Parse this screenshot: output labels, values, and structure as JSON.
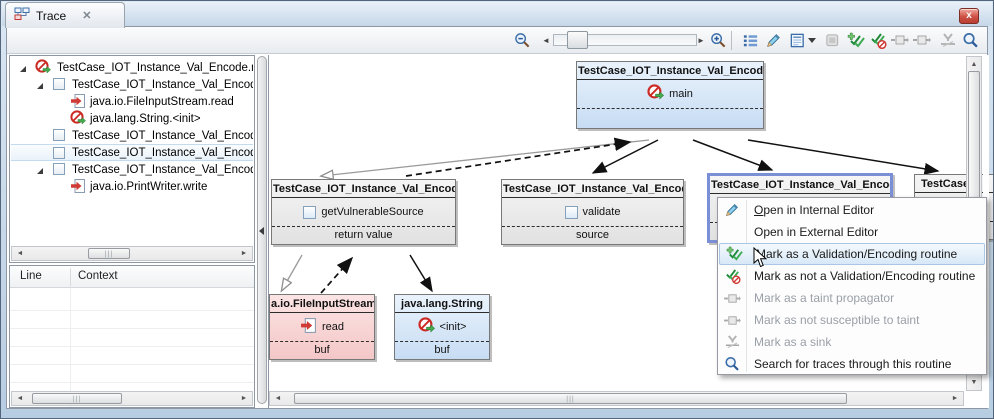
{
  "window": {
    "close_glyph": "x"
  },
  "view": {
    "tab_label": "Trace",
    "tab_close_glyph": "✕"
  },
  "toolbar": {
    "icons": [
      "zoom-out",
      "slider-left",
      "zoom-slider",
      "slider-right",
      "zoom-in",
      "show-list",
      "edit-pencil",
      "open-report",
      "report-dropdown",
      "disabled-box",
      "mark-validation",
      "mark-not-validation",
      "mark-propagator",
      "mark-not-susceptible",
      "mark-sink",
      "search-traces"
    ],
    "slider_left_glyph": "◄",
    "slider_right_glyph": "►"
  },
  "tree": {
    "items": [
      {
        "label": "TestCase_IOT_Instance_Val_Encode.m",
        "icon": "tainted-routine",
        "expanded": true
      },
      {
        "label": "TestCase_IOT_Instance_Val_Encod",
        "checkbox": true,
        "expanded": true
      },
      {
        "label": "java.io.FileInputStream.read",
        "icon": "call-arrow"
      },
      {
        "label": "java.lang.String.<init>",
        "icon": "tainted-routine"
      },
      {
        "label": "TestCase_IOT_Instance_Val_Encod",
        "checkbox": true
      },
      {
        "label": "TestCase_IOT_Instance_Val_Encod",
        "checkbox": true,
        "selected": true
      },
      {
        "label": "TestCase_IOT_Instance_Val_Encod",
        "checkbox": true,
        "expanded": true
      },
      {
        "label": "java.io.PrintWriter.write",
        "icon": "call-arrow"
      }
    ]
  },
  "context_table": {
    "columns": {
      "line": "Line",
      "context": "Context"
    }
  },
  "graph": {
    "nodes": {
      "main": {
        "title": "TestCase_IOT_Instance_Val_Encode",
        "method": "main",
        "port": "",
        "color": "blue"
      },
      "get_vulnerable_source": {
        "title": "TestCase_IOT_Instance_Val_Encode",
        "method": "getVulnerableSource",
        "port": "return value",
        "color": "gray"
      },
      "validate": {
        "title": "TestCase_IOT_Instance_Val_Encode",
        "method": "validate",
        "port": "source",
        "color": "gray"
      },
      "marked": {
        "title": "TestCase_IOT_Instance_Val_Encode",
        "color": "gray"
      },
      "partial": {
        "title": "TestCase_I",
        "color": "gray"
      },
      "file_input_stream": {
        "title": "a.io.FileInputStream",
        "method": "read",
        "port": "buf",
        "color": "pink"
      },
      "java_lang_string": {
        "title": "java.lang.String",
        "method": "<init>",
        "port": "buf",
        "color": "blue"
      }
    },
    "edges": [
      {
        "from": "main",
        "to": "get_vulnerable_source",
        "style": "gray-open"
      },
      {
        "from": "get_vulnerable_source",
        "to": "main",
        "style": "dashed"
      },
      {
        "from": "main",
        "to": "validate",
        "style": "solid"
      },
      {
        "from": "main",
        "to": "marked",
        "style": "solid"
      },
      {
        "from": "main",
        "to": "partial",
        "style": "solid"
      },
      {
        "from": "get_vulnerable_source",
        "to": "file_input_stream",
        "style": "gray-open"
      },
      {
        "from": "file_input_stream",
        "to": "get_vulnerable_source",
        "style": "dashed"
      },
      {
        "from": "get_vulnerable_source",
        "to": "java_lang_string",
        "style": "solid"
      }
    ]
  },
  "context_menu": {
    "items": [
      {
        "label": "Open in Internal Editor",
        "icon": "edit-pencil",
        "enabled": true
      },
      {
        "label": "Open in External Editor",
        "enabled": true
      },
      {
        "label": "Mark as a Validation/Encoding routine",
        "icon": "mark-validation",
        "enabled": true,
        "highlighted": true
      },
      {
        "label": "Mark as not a Validation/Encoding routine",
        "icon": "mark-not-validation",
        "enabled": true
      },
      {
        "label": "Mark as a taint propagator",
        "icon": "mark-propagator",
        "enabled": false
      },
      {
        "label": "Mark as not susceptible to taint",
        "icon": "mark-not-susceptible",
        "enabled": false
      },
      {
        "label": "Mark as a sink",
        "icon": "mark-sink",
        "enabled": false
      },
      {
        "label": "Search for traces through this routine",
        "icon": "search-traces",
        "enabled": true
      }
    ]
  },
  "icons": {
    "tainted-routine": "red no-entry circle with green arrow",
    "call-arrow": "red arrow into document",
    "checkbox": "empty checkbox",
    "expander": "black expanded triangle"
  }
}
